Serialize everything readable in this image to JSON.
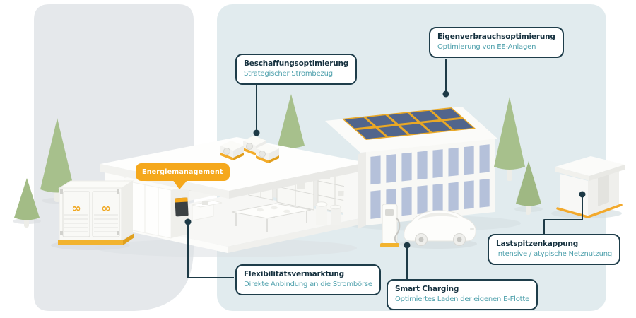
{
  "callouts": [
    {
      "title": "Beschaffungsoptimierung",
      "subtitle": "Strategischer Strombezug"
    },
    {
      "title": "Eigenverbrauchsoptimierung",
      "subtitle": "Optimierung von EE-Anlagen"
    },
    {
      "title": "Flexibilitätsvermarktung",
      "subtitle": "Direkte Anbindung an die Strombörse"
    },
    {
      "title": "Smart Charging",
      "subtitle": "Optimiertes Laden der eigenen E-Flotte"
    },
    {
      "title": "Lastspitzenkappung",
      "subtitle": "Intensive / atypische Netznutzung"
    }
  ],
  "bubble": {
    "label": "Energiemanagement"
  },
  "illustration": {
    "container_logo_glyph": "∞"
  },
  "colors": {
    "accent_orange": "#F5A81C",
    "ink": "#1D3A46",
    "teal_subtitle": "#4C9FAB",
    "panel_left": "#E5E8EB",
    "panel_right": "#E1EBEE",
    "solar_panel_blue": "#51658C",
    "solar_panel_frame": "#E9A826",
    "window_blue": "#B5C1DA",
    "tree_green": "#A7C08C"
  }
}
